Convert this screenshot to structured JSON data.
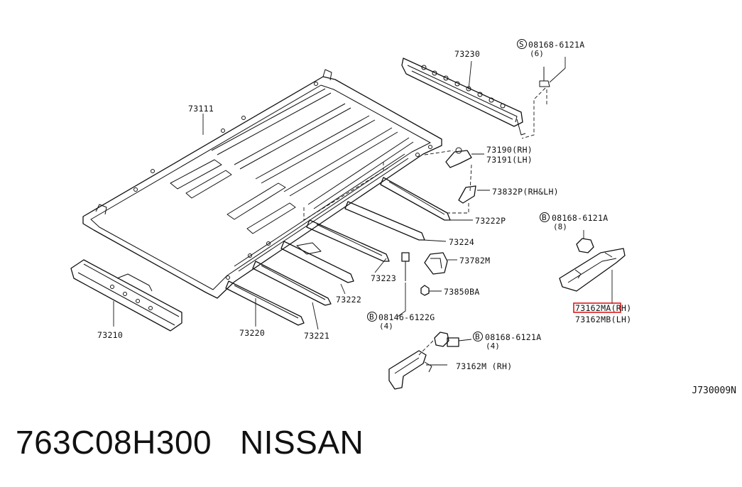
{
  "labels": {
    "roof_panel": "73111",
    "rail_rear": "73230",
    "bolt_top": "08168-6121A",
    "bolt_top_qty": "(6)",
    "bracket_rh": "73190(RH)",
    "bracket_lh": "73191(LH)",
    "bracket_pair": "73832P(RH&LH)",
    "bow_p": "73222P",
    "bow_224": "73224",
    "retainer": "73782M",
    "nut": "73850BA",
    "bow_223": "73223",
    "bow_222": "73222",
    "bow_221": "73221",
    "bow_220": "73220",
    "rail_front": "73210",
    "bolt_mid": "08146-6122G",
    "bolt_mid_qty": "(4)",
    "bolt_right": "08168-6121A",
    "bolt_right_qty": "(8)",
    "stay_a_rh": "73162MA(RH)",
    "stay_b_lh": "73162MB(LH)",
    "bolt_low": "08168-6121A",
    "bolt_low_qty": "(4)",
    "stay_m_rh": "73162M (RH)",
    "badge_s": "S",
    "badge_b": "B"
  },
  "highlight": {
    "target": "73162MA",
    "color": "#e0191b"
  },
  "diagram_code": "J730009N",
  "footer": {
    "part_number": "763C08H300",
    "brand": "NISSAN"
  }
}
